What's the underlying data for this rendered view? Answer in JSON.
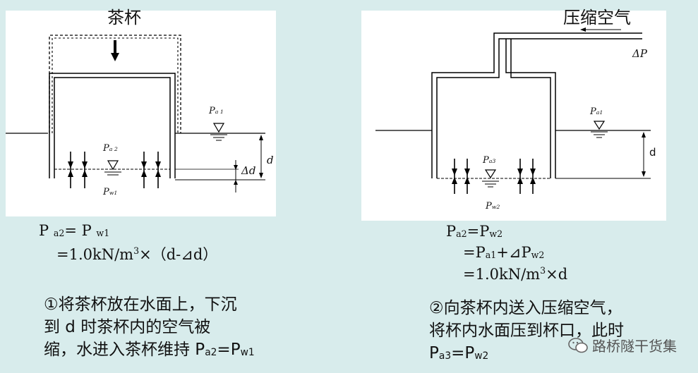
{
  "left": {
    "title": "茶杯",
    "labels": {
      "pa1": "P",
      "pa1_sub": "a 1",
      "pa2": "P",
      "pa2_sub": "a 2",
      "pw1": "P",
      "pw1_sub": "w1",
      "d": "d",
      "delta_d": "Δd"
    },
    "eq1": {
      "a": "P ",
      "a_sub": "a2",
      "b": "= P ",
      "b_sub": "w1"
    },
    "eq2": {
      "a": "=1.0kN/m",
      "sup": "3",
      "b": "×（d-⊿d）"
    },
    "desc1": "①将茶杯放在水面上，下沉",
    "desc2": "到 d  时茶杯内的空气被",
    "desc3a": "缩，水进入茶杯维持 P",
    "desc3_sub1": "a2",
    "desc3b": "=P",
    "desc3_sub2": "w1"
  },
  "right": {
    "title": "压缩空气",
    "delta_p": "ΔP",
    "labels": {
      "pa1": "P",
      "pa1_sub": "a1",
      "pa3": "P",
      "pa3_sub": "a3",
      "pw2": "P",
      "pw2_sub": "w2",
      "d": "d"
    },
    "eq1": {
      "a": "P",
      "a_sub": "a2",
      "b": "=P",
      "b_sub": "w2"
    },
    "eq2": {
      "a": "=P",
      "a_sub": "a1",
      "b": "+⊿P",
      "b_sub": "w2"
    },
    "eq3": {
      "a": "=1.0kN/m",
      "sup": "3",
      "b": "×d"
    },
    "desc1": "②向茶杯内送入压缩空气，",
    "desc2": "将杯内水面压到杯口，此时",
    "desc3a": "P",
    "desc3_sub1": "a3",
    "desc3b": "=P",
    "desc3_sub2": "w2"
  },
  "watermark": {
    "text": "路桥隧干货集",
    "icon": "wechat-icon"
  }
}
